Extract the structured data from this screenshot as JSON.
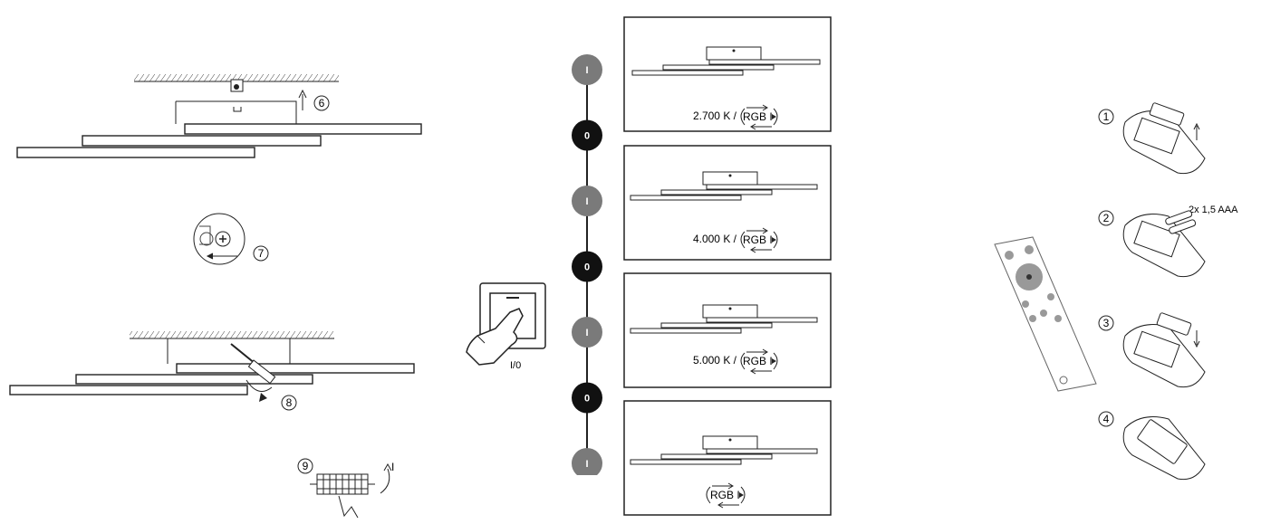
{
  "installation_steps": {
    "step6": "6",
    "step7": "7",
    "step8": "8",
    "step9": "9",
    "rotation_mark": "I"
  },
  "switch": {
    "label": "I/0"
  },
  "sequence": {
    "states": [
      "I",
      "0",
      "I",
      "0",
      "I",
      "0",
      "I"
    ],
    "colors": {
      "on": "#7a7a7a",
      "off": "#111111"
    }
  },
  "modes": [
    {
      "kelvin": "2.700 K /",
      "rgb": "RGB I"
    },
    {
      "kelvin": "4.000 K /",
      "rgb": "RGB I"
    },
    {
      "kelvin": "5.000 K /",
      "rgb": "RGB I"
    },
    {
      "kelvin": "",
      "rgb": "RGB I"
    }
  ],
  "battery_steps": {
    "step1": "1",
    "step2": "2",
    "step3": "3",
    "step4": "4",
    "battery_spec": "2x 1,5 AAA"
  }
}
